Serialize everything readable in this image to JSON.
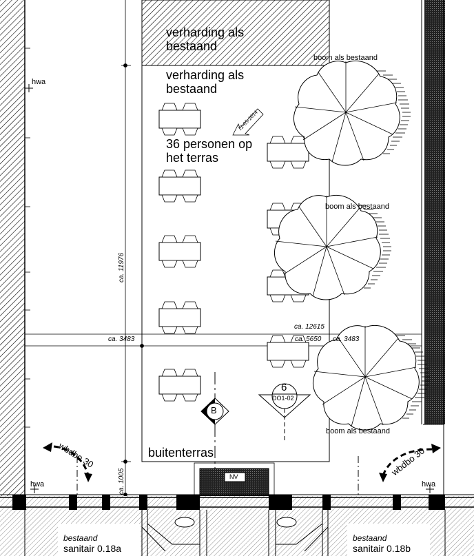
{
  "labels": {
    "paving_top": "verharding als bestaand",
    "paving_mid": "verharding als bestaand",
    "capacity": "36 personen op het terras",
    "terrace": "buitenterras",
    "tree_1": "boom als bestaand",
    "tree_2": "boom als bestaand",
    "tree_3": "boom als bestaand",
    "hwa_top_left": "hwa",
    "hwa_bottom_left": "hwa",
    "hwa_bottom_right": "hwa",
    "fire_left": "wbdbo 30",
    "fire_right": "wbdbo 30",
    "date_stamp": "12-05-2014",
    "section_marker": "B",
    "detail_number": "6",
    "detail_ref": "DO1-02",
    "nv": "NV",
    "room_left_status": "bestaand",
    "room_left_name": "sanitair 0.18a",
    "room_right_status": "bestaand",
    "room_right_name": "sanitair 0.18b"
  },
  "dimensions": {
    "height_total": "ca. 11976",
    "height_bottom": "ca. 1005",
    "width_total": "ca. 12615",
    "width_left": "ca. 3483",
    "width_mid": "ca. 5650",
    "width_right": "ca. 3483"
  }
}
